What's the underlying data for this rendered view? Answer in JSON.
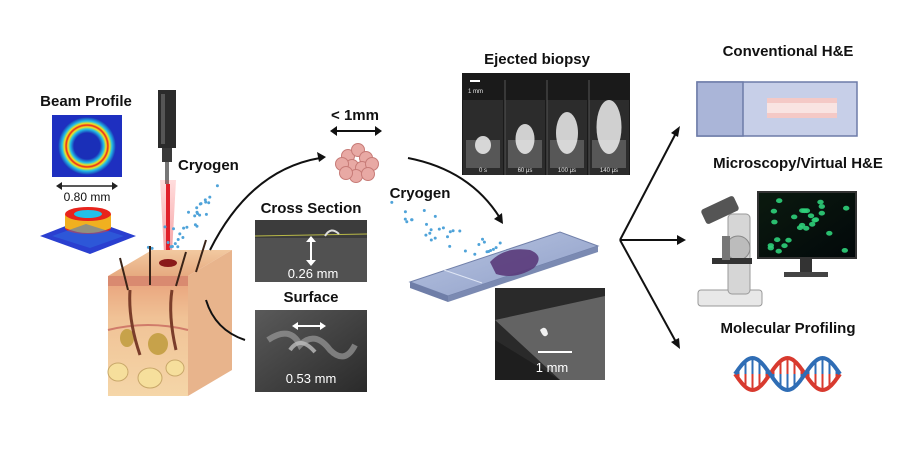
{
  "labels": {
    "beam_profile": "Beam Profile",
    "beam_width": "0.80 mm",
    "cryogen_left": "Cryogen",
    "size_limit": "< 1mm",
    "cross_section": "Cross Section",
    "cross_section_depth": "0.26 mm",
    "surface": "Surface",
    "surface_width": "0.53 mm",
    "ejected_biopsy": "Ejected biopsy",
    "cryogen_right": "Cryogen",
    "slide_scale": "1 mm",
    "conventional": "Conventional H&E",
    "microscopy": "Microscopy/Virtual H&E",
    "molecular": "Molecular Profiling"
  },
  "ejection_frames": {
    "scale_label": "1 mm",
    "times": [
      "0 s",
      "60 μs",
      "100 μs",
      "140 μs"
    ]
  },
  "colors": {
    "cryogen_dots": "#4fa3d9",
    "laser": "#e0202a",
    "arrow": "#111111",
    "dna_red": "#d83a2f",
    "dna_blue": "#2f6db5",
    "tissue_pink": "#e8a9a4"
  }
}
